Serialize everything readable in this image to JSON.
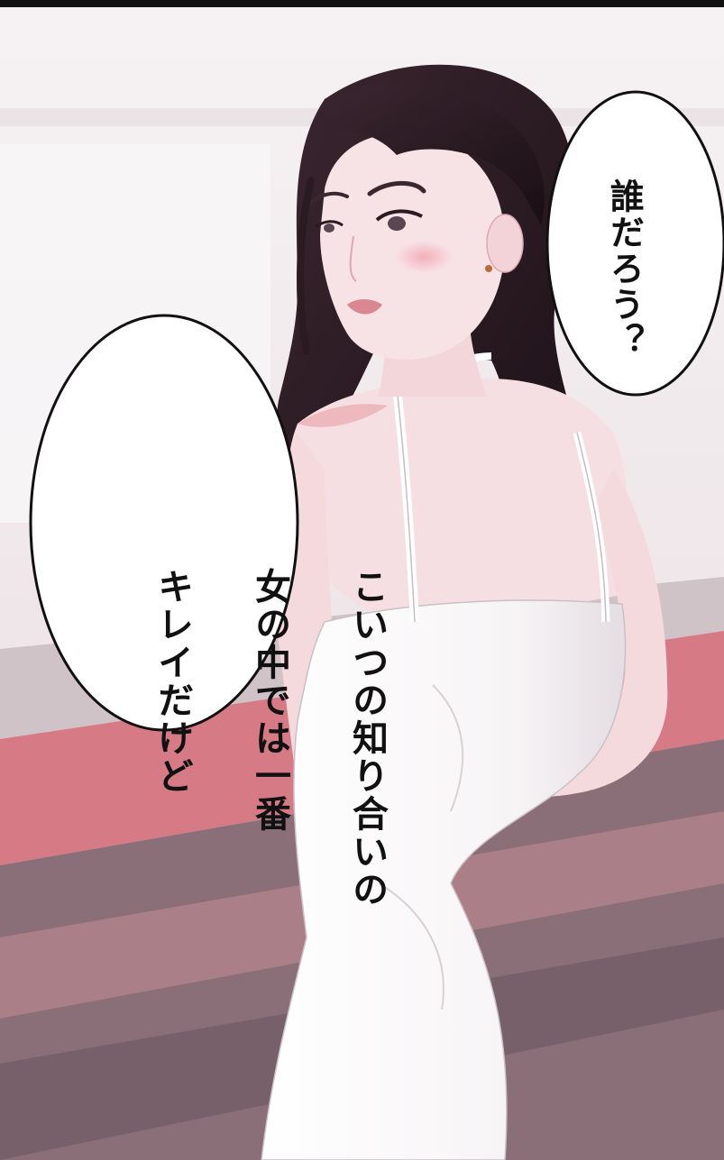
{
  "comic_panel": {
    "bubbles": [
      {
        "id": "right",
        "text": "誰だろう？"
      },
      {
        "id": "left",
        "lines": [
          "こいつの知り合いの",
          "女の中では一番",
          "キレイだけど"
        ]
      }
    ]
  },
  "colors": {
    "frame": "#111111",
    "wall": "#f3eeef",
    "floor_stripe": "#d67b85",
    "floor_dark": "#8a6e78",
    "hair": "#2a1a22",
    "skin": "#f6dfe2",
    "dress": "#fbfbfb"
  }
}
